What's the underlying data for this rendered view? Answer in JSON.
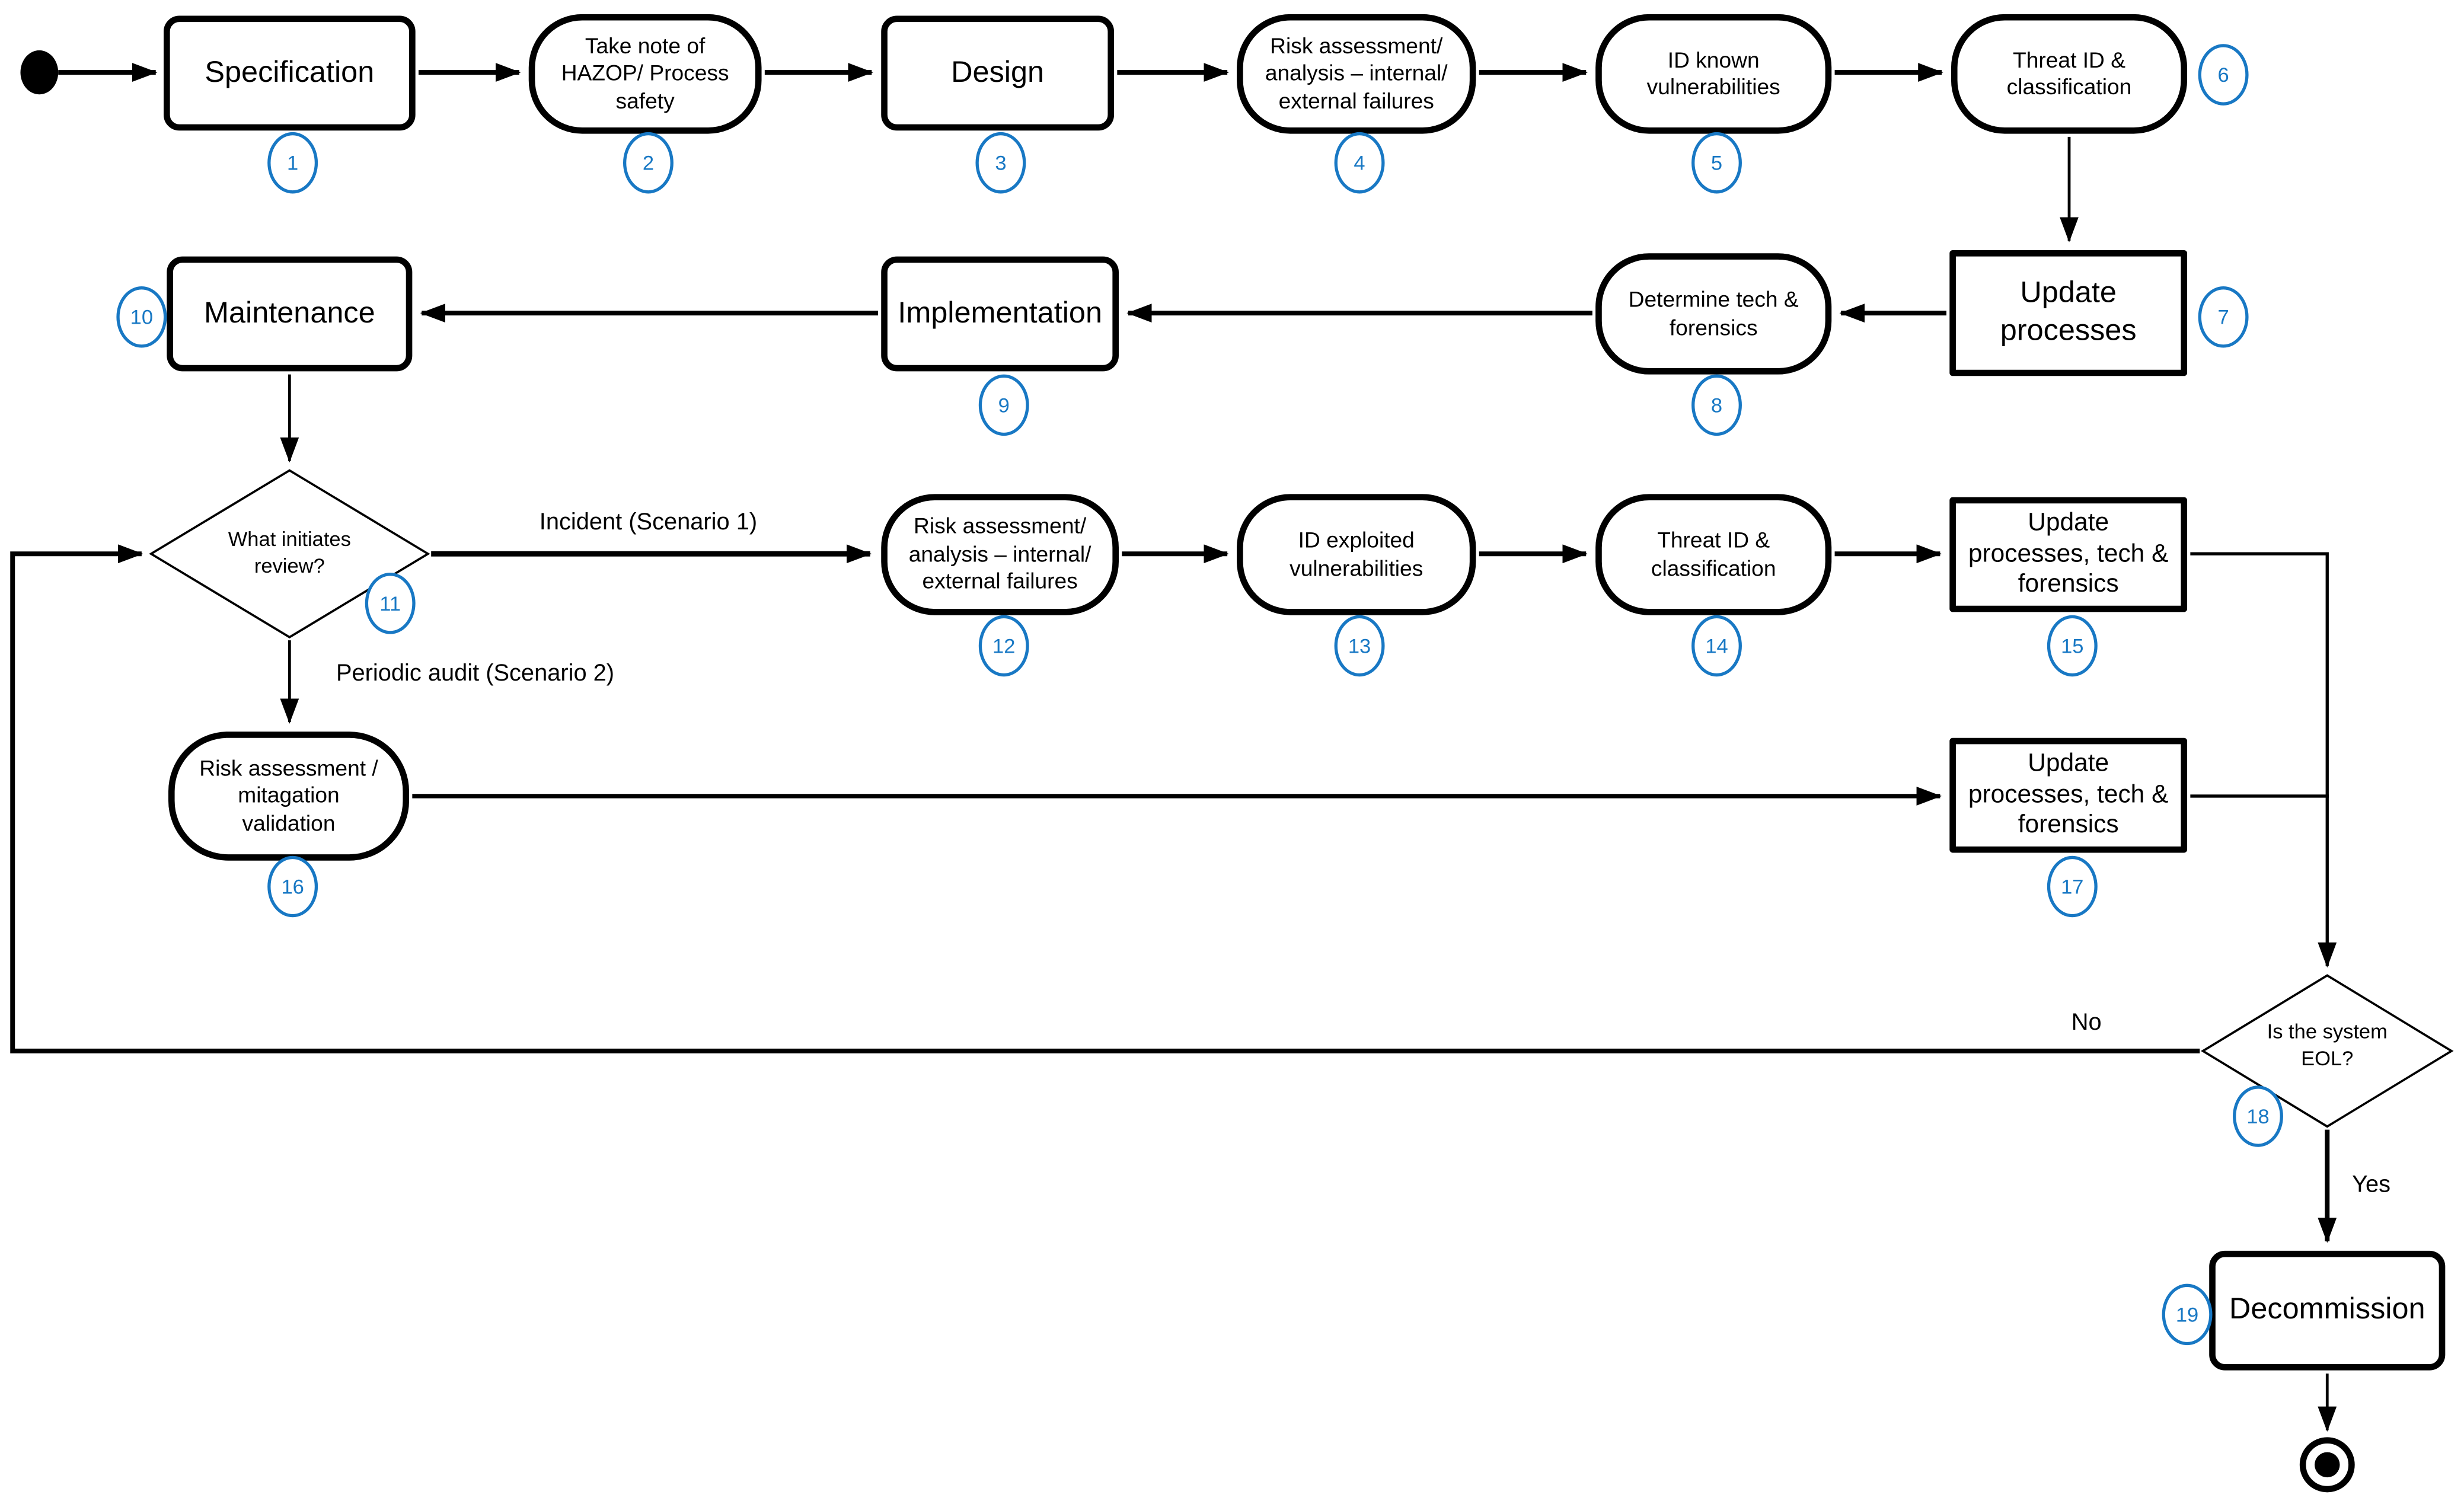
{
  "diagram": {
    "type": "flowchart",
    "colors": {
      "badge": "#1878C4",
      "stroke": "#000000",
      "fill": "#FFFFFF"
    },
    "nodes": [
      {
        "badge": "1",
        "shape": "process",
        "label": "Specification"
      },
      {
        "badge": "2",
        "shape": "activity",
        "label": "Take note of\nHAZOP/ Process\nsafety"
      },
      {
        "badge": "3",
        "shape": "process",
        "label": "Design"
      },
      {
        "badge": "4",
        "shape": "activity",
        "label": "Risk assessment/\nanalysis – internal/\nexternal failures"
      },
      {
        "badge": "5",
        "shape": "activity",
        "label": "ID known\nvulnerabilities"
      },
      {
        "badge": "6",
        "shape": "activity",
        "label": "Threat ID &\nclassification"
      },
      {
        "badge": "7",
        "shape": "process",
        "label": "Update\nprocesses"
      },
      {
        "badge": "8",
        "shape": "activity",
        "label": "Determine tech &\nforensics"
      },
      {
        "badge": "9",
        "shape": "process",
        "label": "Implementation"
      },
      {
        "badge": "10",
        "shape": "process",
        "label": "Maintenance"
      },
      {
        "badge": "11",
        "shape": "decision",
        "label": "What initiates\nreview?"
      },
      {
        "badge": "12",
        "shape": "activity",
        "label": "Risk assessment/\nanalysis – internal/\nexternal failures"
      },
      {
        "badge": "13",
        "shape": "activity",
        "label": "ID exploited\nvulnerabilities"
      },
      {
        "badge": "14",
        "shape": "activity",
        "label": "Threat ID &\nclassification"
      },
      {
        "badge": "15",
        "shape": "process",
        "label": "Update\nprocesses, tech &\nforensics"
      },
      {
        "badge": "16",
        "shape": "activity",
        "label": "Risk assessment /\nmitagation\nvalidation"
      },
      {
        "badge": "17",
        "shape": "process",
        "label": "Update\nprocesses, tech &\nforensics"
      },
      {
        "badge": "18",
        "shape": "decision",
        "label": "Is the system\nEOL?"
      },
      {
        "badge": "19",
        "shape": "process",
        "label": "Decommission"
      }
    ],
    "edge_labels": {
      "incident": "Incident (Scenario 1)",
      "periodic_audit": "Periodic audit (Scenario 2)",
      "no": "No",
      "yes": "Yes"
    }
  }
}
